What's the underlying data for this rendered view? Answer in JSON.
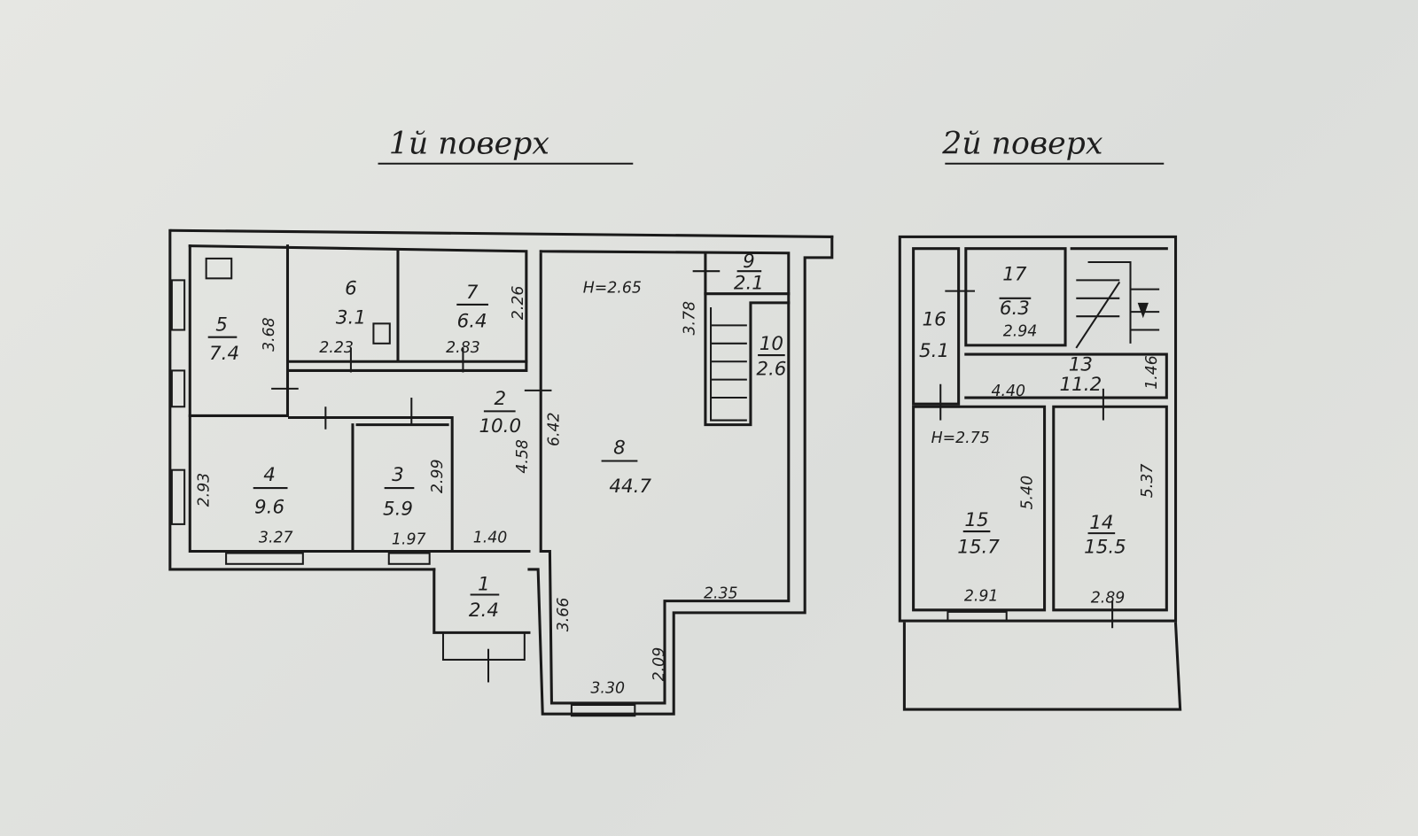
{
  "floor1": {
    "title": "1й поверх",
    "height": "H=2.65",
    "rooms": [
      {
        "num": "5",
        "area": "7.4"
      },
      {
        "num": "6",
        "area": "3.1"
      },
      {
        "num": "7",
        "area": "6.4"
      },
      {
        "num": "2",
        "area": "10.0"
      },
      {
        "num": "4",
        "area": "9.6"
      },
      {
        "num": "3",
        "area": "5.9"
      },
      {
        "num": "8",
        "area": "44.7"
      },
      {
        "num": "9",
        "area": "2.1"
      },
      {
        "num": "10",
        "area": "2.6"
      },
      {
        "num": "1",
        "area": "2.4"
      }
    ],
    "dims": [
      "3.68",
      "2.23",
      "2.83",
      "2.26",
      "3.78",
      "6.42",
      "4.58",
      "2.93",
      "2.99",
      "3.27",
      "1.97",
      "1.40",
      "3.66",
      "2.35",
      "2.09",
      "3.30"
    ]
  },
  "floor2": {
    "title": "2й поверх",
    "height": "H=2.75",
    "rooms": [
      {
        "num": "17",
        "area": "6.3"
      },
      {
        "num": "16",
        "area": "5.1"
      },
      {
        "num": "13",
        "area": "11.2"
      },
      {
        "num": "15",
        "area": "15.7"
      },
      {
        "num": "14",
        "area": "15.5"
      }
    ],
    "dims": [
      "2.94",
      "4.40",
      "1.46",
      "5.40",
      "5.37",
      "2.91",
      "2.89"
    ]
  }
}
